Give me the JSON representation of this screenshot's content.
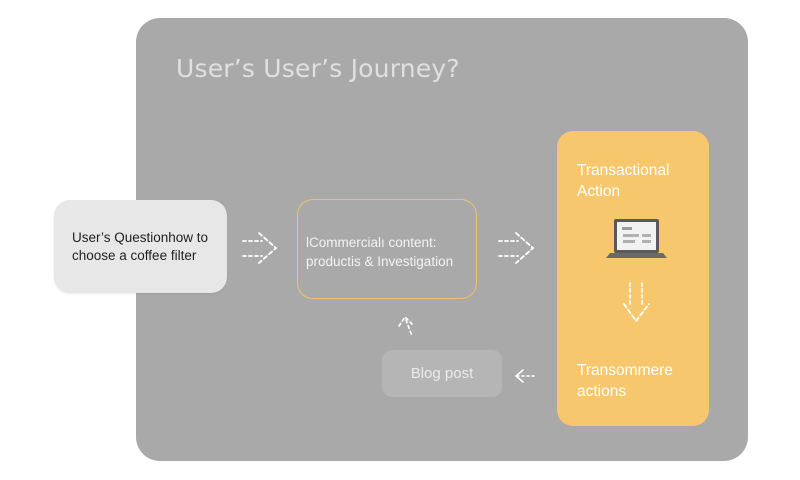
{
  "diagram": {
    "title": "User’s User’s Journey?",
    "question_text": "User’s Questionhow to choose a coffee filter",
    "commercial_text": "lCommercialı content: productis & Investigation",
    "blog_label": "Blog post",
    "transactional_title": "Transactional Action",
    "transactional_bottom": "Transommere actions"
  },
  "colors": {
    "panel": "#a9a9a9",
    "accent": "#f7c76e",
    "commercial_border": "#ebc46c",
    "question_box": "#e7e7e7",
    "blog_box": "#b5b5b5"
  },
  "icons": [
    "dashed-arrow-right-icon",
    "dashed-arrow-down-icon",
    "dashed-arrow-up-icon",
    "dashed-arrow-left-icon",
    "laptop-icon"
  ]
}
